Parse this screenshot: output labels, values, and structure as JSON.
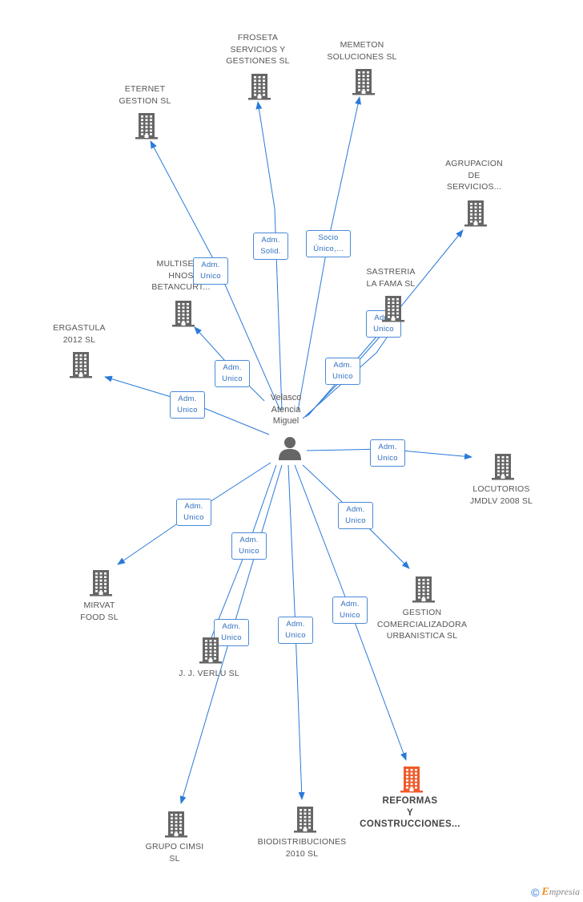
{
  "colors": {
    "edge": "#2a7ad8",
    "node": "#666666",
    "highlight": "#f05a2a",
    "person": "#666666"
  },
  "center": {
    "name": "Velasco\nAtencia\nMiguel",
    "icon": "person-icon"
  },
  "nodes": [
    {
      "id": "froseta",
      "label": "FROSETA\nSERVICIOS Y\nGESTIONES SL",
      "icon": "building-icon"
    },
    {
      "id": "memeton",
      "label": "MEMETON\nSOLUCIONES SL",
      "icon": "building-icon"
    },
    {
      "id": "eternet",
      "label": "ETERNET\nGESTION  SL",
      "icon": "building-icon"
    },
    {
      "id": "agrupacion",
      "label": "AGRUPACION\nDE\nSERVICIOS...",
      "icon": "building-icon"
    },
    {
      "id": "multiserv",
      "label": "MULTISERV\nHNOS\nBETANCURT...",
      "icon": "building-icon"
    },
    {
      "id": "sastreria",
      "label": "SASTRERIA\nLA FAMA SL",
      "icon": "building-icon"
    },
    {
      "id": "ergastula",
      "label": "ERGASTULA\n2012  SL",
      "icon": "building-icon"
    },
    {
      "id": "locutorios",
      "label": "LOCUTORIOS\nJMDLV 2008 SL",
      "icon": "building-icon"
    },
    {
      "id": "mirvat",
      "label": "MIRVAT\nFOOD SL",
      "icon": "building-icon"
    },
    {
      "id": "gestion",
      "label": "GESTION\nCOMERCIALIZADORA\nURBANISTICA SL",
      "icon": "building-icon"
    },
    {
      "id": "jjverlu",
      "label": "J.  J. VERLU SL",
      "icon": "building-icon"
    },
    {
      "id": "reformas",
      "label": "REFORMAS\nY\nCONSTRUCCIONES...",
      "icon": "building-icon",
      "highlight": true
    },
    {
      "id": "grupocimsi",
      "label": "GRUPO CIMSI\nSL",
      "icon": "building-icon"
    },
    {
      "id": "biodistribuciones",
      "label": "BIODISTRIBUCIONES\n2010 SL",
      "icon": "building-icon"
    }
  ],
  "edges": [
    {
      "to": "froseta",
      "label": "Adm.\nSolid."
    },
    {
      "to": "memeton",
      "label": "Socio\nÚnico,..."
    },
    {
      "to": "eternet",
      "label": "Adm.\nUnico"
    },
    {
      "to": "agrupacion",
      "label": "Adm.\nUnico"
    },
    {
      "to": "multiserv",
      "label": "Adm.\nUnico"
    },
    {
      "to": "sastreria",
      "label": "Adm.\nUnico"
    },
    {
      "to": "ergastula",
      "label": "Adm.\nUnico"
    },
    {
      "to": "locutorios",
      "label": "Adm.\nUnico"
    },
    {
      "to": "mirvat",
      "label": "Adm.\nUnico"
    },
    {
      "to": "gestion",
      "label": "Adm.\nUnico"
    },
    {
      "to": "jjverlu",
      "label": "Adm.\nUnico"
    },
    {
      "to": "reformas",
      "label": "Adm.\nUnico"
    },
    {
      "to": "grupocimsi",
      "label": "Adm.\nUnico"
    },
    {
      "to": "biodistribuciones",
      "label": "Adm.\nUnico"
    }
  ],
  "footer": {
    "copyright": "©",
    "brand_initial": "E",
    "brand_rest": "mpresia"
  }
}
